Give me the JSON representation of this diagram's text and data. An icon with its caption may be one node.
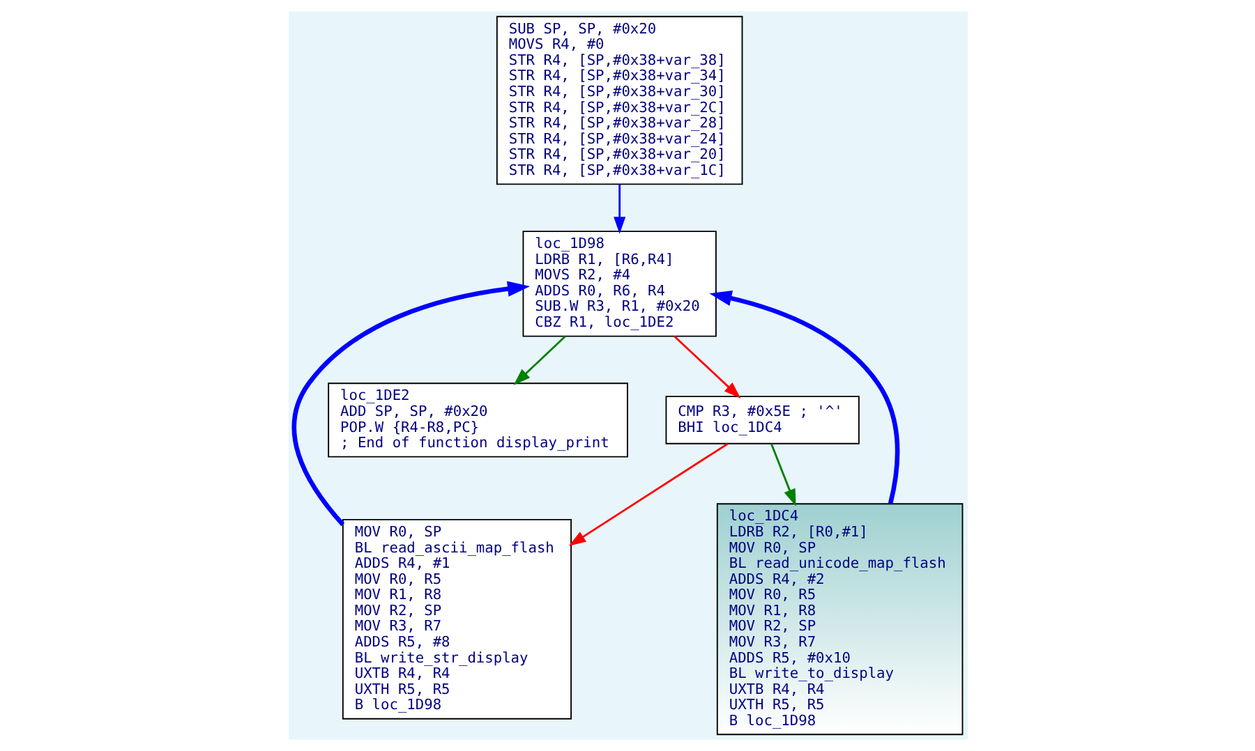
{
  "diagram": {
    "nodes": [
      {
        "text": [
          "SUB SP, SP, #0x20",
          "MOVS R4, #0",
          "STR R4, [SP,#0x38+var_38]",
          "STR R4, [SP,#0x38+var_34]",
          "STR R4, [SP,#0x38+var_30]",
          "STR R4, [SP,#0x38+var_2C]",
          "STR R4, [SP,#0x38+var_28]",
          "STR R4, [SP,#0x38+var_24]",
          "STR R4, [SP,#0x38+var_20]",
          "STR R4, [SP,#0x38+var_1C]"
        ]
      },
      {
        "text": [
          "loc_1D98",
          "LDRB R1, [R6,R4]",
          "MOVS R2, #4",
          "ADDS R0, R6, R4",
          "SUB.W R3, R1, #0x20",
          "CBZ R1, loc_1DE2"
        ]
      },
      {
        "text": [
          "CMP R3, #0x5E ; '^'",
          "BHI loc_1DC4"
        ]
      },
      {
        "text": [
          "loc_1DE2",
          "ADD SP, SP, #0x20",
          "POP.W {R4-R8,PC}",
          "; End of function display_print"
        ]
      },
      {
        "text": [
          "MOV R0, SP",
          "BL read_ascii_map_flash",
          "ADDS R4, #1",
          "MOV R0, R5",
          "MOV R1, R8",
          "MOV R2, SP",
          "MOV R3, R7",
          "ADDS R5, #8",
          "BL write_str_display",
          "UXTB R4, R4",
          "UXTH R5, R5",
          "B loc_1D98"
        ]
      },
      {
        "text": [
          "loc_1DC4",
          "LDRB R2, [R0,#1]",
          "MOV R0, SP",
          "BL read_unicode_map_flash",
          "ADDS R4, #2",
          "MOV R0, R5",
          "MOV R1, R8",
          "MOV R2, SP",
          "MOV R3, R7",
          "ADDS R5, #0x10",
          "BL write_to_display",
          "UXTB R4, R4",
          "UXTH R5, R5",
          "B loc_1D98"
        ]
      }
    ],
    "edges": [
      {
        "from": 0,
        "to": 1,
        "arrow": "to"
      },
      {
        "from": 1,
        "to": 2,
        "arrow": "to",
        "color": "#ff0000"
      },
      {
        "from": 1,
        "to": 3,
        "arrow": "to",
        "color": "#008000"
      },
      {
        "from": 2,
        "to": 4,
        "arrow": "to",
        "color": "#ff0000"
      },
      {
        "from": 2,
        "to": 5,
        "arrow": "to",
        "color": "#008000"
      },
      {
        "from": 4,
        "to": 1,
        "arrow": "to",
        "style": "thick"
      },
      {
        "from": 5,
        "to": 1,
        "arrow": "to",
        "style": "thick"
      }
    ]
  }
}
